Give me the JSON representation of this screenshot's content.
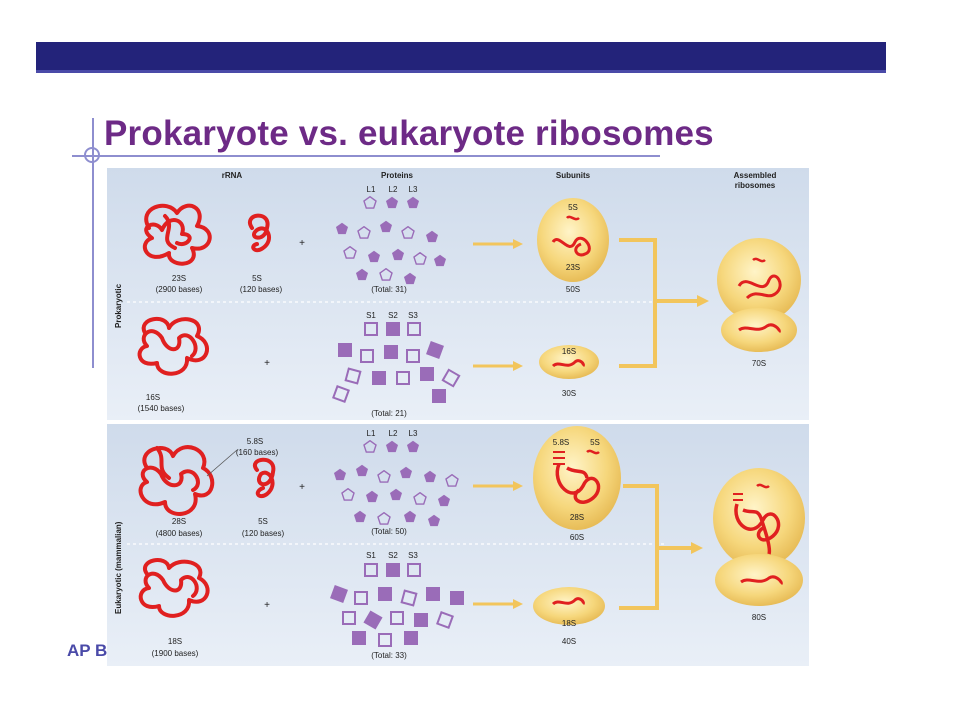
{
  "slide": {
    "title": "Prokaryote vs. eukaryote ribosomes",
    "footer": "AP B"
  },
  "colors": {
    "banner": "#23237a",
    "title": "#6d2a86",
    "rna": "#e02020",
    "protein": "#9a6cb8",
    "subunit": "#f3d06b",
    "panel": "#dde6f2"
  },
  "figure": {
    "columns": {
      "rrna": "rRNA",
      "proteins": "Proteins",
      "subunits": "Subunits",
      "assembled_line1": "Assembled",
      "assembled_line2": "ribosomes"
    },
    "prokaryotic": {
      "side_label": "Prokaryotic",
      "large": {
        "rna1": "23S",
        "rna1_bases": "(2900 bases)",
        "rna2": "5S",
        "rna2_bases": "(120 bases)",
        "protein_header": [
          "L1",
          "L2",
          "L3"
        ],
        "protein_total": "(Total: 31)",
        "subunit": "50S",
        "subunit_5s": "5S",
        "subunit_23s": "23S"
      },
      "small": {
        "rna1": "16S",
        "rna1_bases": "(1540 bases)",
        "protein_header": [
          "S1",
          "S2",
          "S3"
        ],
        "protein_total": "(Total: 21)",
        "subunit": "30S",
        "subunit_16s": "16S"
      },
      "assembled": "70S"
    },
    "eukaryotic": {
      "side_label": "Eukaryotic (mammalian)",
      "large": {
        "rna1": "28S",
        "rna1_bases": "(4800 bases)",
        "rna_58": "5.8S",
        "rna_58_bases": "(160 bases)",
        "rna2": "5S",
        "rna2_bases": "(120 bases)",
        "protein_header": [
          "L1",
          "L2",
          "L3"
        ],
        "protein_total": "(Total: 50)",
        "subunit": "60S",
        "subunit_58s": "5.8S",
        "subunit_5s": "5S",
        "subunit_28s": "28S"
      },
      "small": {
        "rna1": "18S",
        "rna1_bases": "(1900 bases)",
        "protein_header": [
          "S1",
          "S2",
          "S3"
        ],
        "protein_total": "(Total: 33)",
        "subunit": "40S",
        "subunit_18s": "18S"
      },
      "assembled": "80S"
    },
    "plus": "+"
  }
}
